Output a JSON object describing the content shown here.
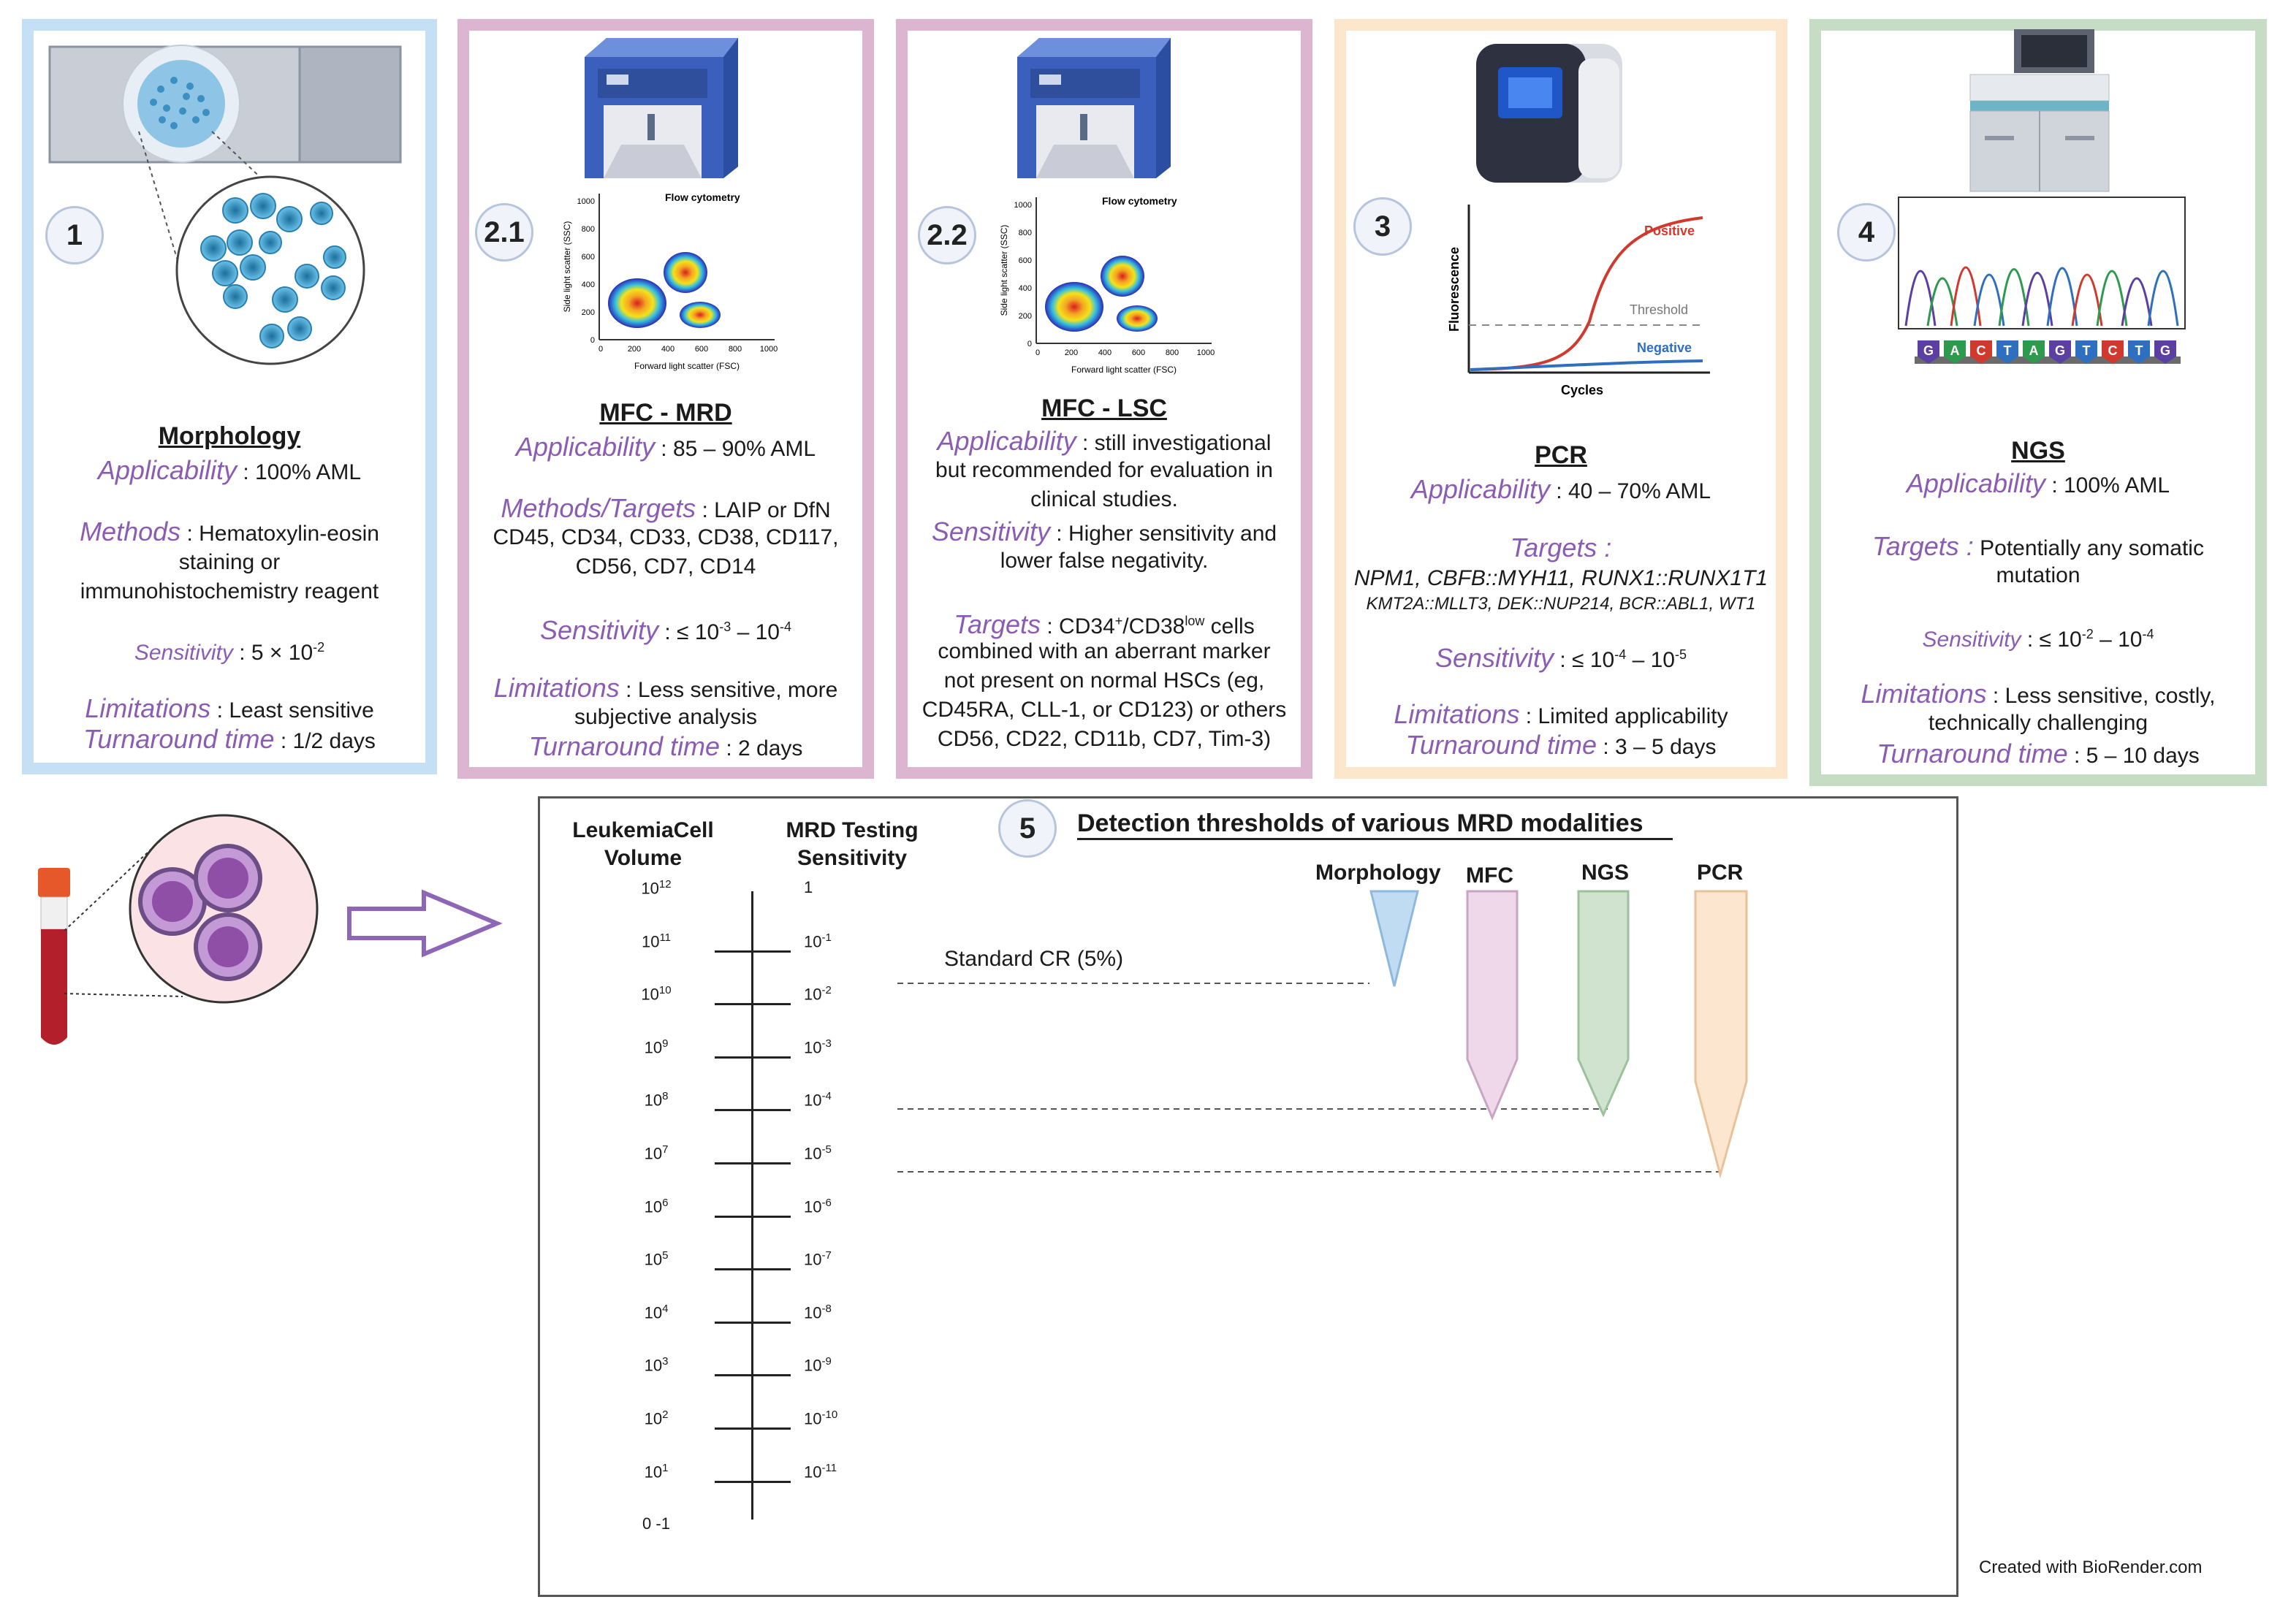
{
  "panels": {
    "morphology": {
      "number": "1",
      "title": "Morphology",
      "applicability_label": "Applicability",
      "applicability_value": " : 100% AML",
      "methods_label": "Methods",
      "methods_value_l1": " :   Hematoxylin-eosin",
      "methods_value_l2": "staining or",
      "methods_value_l3": "immunohistochemistry reagent",
      "sensitivity_label": "Sensitivity",
      "sensitivity_value": " : 5 × 10",
      "sensitivity_exp": "-2",
      "limitations_label": "Limitations",
      "limitations_value": " : Least sensitive",
      "turnaround_label": "Turnaround time",
      "turnaround_value": " : 1/2 days"
    },
    "mfc_mrd": {
      "number": "2.1",
      "title": "MFC - MRD",
      "applicability_label": "Applicability",
      "applicability_value": " : 85 – 90% AML",
      "methods_label": "Methods/Targets",
      "methods_value_l1": " :   LAIP or  DfN",
      "methods_value_l2": "CD45, CD34, CD33, CD38,  CD117,",
      "methods_value_l3": "CD56, CD7, CD14",
      "sensitivity_label": "Sensitivity",
      "sensitivity_value": " : ≤ 10",
      "sensitivity_exp1": "-3",
      "sensitivity_mid": " – 10",
      "sensitivity_exp2": "-4",
      "limitations_label": "Limitations",
      "limitations_value_l1": " : Less sensitive, more",
      "limitations_value_l2": "subjective analysis",
      "turnaround_label": "Turnaround time",
      "turnaround_value": " : 2 days",
      "plot_title": "Flow cytometry",
      "plot_xlabel": "Forward light scatter (FSC)",
      "plot_ylabel": "Side light scatter (SSC)",
      "plot_xticks": [
        "0",
        "200",
        "400",
        "600",
        "800",
        "1000"
      ],
      "plot_yticks": [
        "0",
        "200",
        "400",
        "600",
        "800",
        "1000"
      ]
    },
    "mfc_lsc": {
      "number": "2.2",
      "title": "MFC - LSC",
      "applicability_label": "Applicability",
      "applicability_value_l1": " : still investigational",
      "applicability_value_l2": "but recommended for evaluation in",
      "applicability_value_l3": "clinical studies.",
      "sensitivity_label": "Sensitivity",
      "sensitivity_value_l1": " : Higher sensitivity and",
      "sensitivity_value_l2": "lower false negativity.",
      "targets_label": "Targets",
      "targets_value_a": " :   CD34",
      "targets_sup1": "+",
      "targets_value_b": "/CD38",
      "targets_sup2": "low",
      "targets_value_c": " cells",
      "targets_l2": "combined with an aberrant marker",
      "targets_l3": "not present on normal HSCs (eg,",
      "targets_l4": "CD45RA, CLL-1, or CD123) or others",
      "targets_l5": "CD56, CD22, CD11b, CD7, Tim-3)",
      "plot_title": "Flow cytometry",
      "plot_xlabel": "Forward light scatter (FSC)",
      "plot_ylabel": "Side light scatter (SSC)",
      "plot_xticks": [
        "0",
        "200",
        "400",
        "600",
        "800",
        "1000"
      ],
      "plot_yticks": [
        "0",
        "200",
        "400",
        "600",
        "800",
        "1000"
      ]
    },
    "pcr": {
      "number": "3",
      "title": "PCR",
      "applicability_label": "Applicability",
      "applicability_value": " : 40 – 70% AML",
      "targets_label": "Targets :",
      "targets_l1": "NPM1,  CBFB::MYH11,  RUNX1::RUNX1T1",
      "targets_l2": "KMT2A::MLLT3,  DEK::NUP214,  BCR::ABL1,  WT1",
      "sensitivity_label": "Sensitivity",
      "sensitivity_value": " : ≤ 10",
      "sensitivity_exp1": "-4",
      "sensitivity_mid": " – 10",
      "sensitivity_exp2": "-5",
      "limitations_label": "Limitations",
      "limitations_value": " : Limited applicability",
      "turnaround_label": "Turnaround time",
      "turnaround_value": " : 3 –  5 days",
      "graph_positive": "Positive",
      "graph_threshold": "Threshold",
      "graph_negative": "Negative",
      "graph_ylabel": "Fluorescence",
      "graph_xlabel": "Cycles"
    },
    "ngs": {
      "number": "4",
      "title": "NGS",
      "applicability_label": "Applicability",
      "applicability_value": " : 100% AML",
      "targets_label": "Targets :",
      "targets_value_l1": "  Potentially any somatic",
      "targets_value_l2": "mutation",
      "sensitivity_label": "Sensitivity",
      "sensitivity_value": " : ≤ 10",
      "sensitivity_exp1": "-2",
      "sensitivity_mid": " – 10",
      "sensitivity_exp2": "-4",
      "limitations_label": "Limitations",
      "limitations_value_l1": " : Less sensitive, costly,",
      "limitations_value_l2": "technically challenging",
      "turnaround_label": "Turnaround time",
      "turnaround_value": " : 5 –  10 days",
      "sequence": [
        "G",
        "A",
        "C",
        "T",
        "A",
        "G",
        "T",
        "C",
        "T",
        "G"
      ]
    }
  },
  "thresholds": {
    "number": "5",
    "title": "Detection thresholds of various MRD modalities",
    "col1_l1": "LeukemiaCell",
    "col1_l2": "Volume",
    "col2_l1": "MRD Testing",
    "col2_l2": "Sensitivity",
    "volume_levels": [
      {
        "base": "10",
        "exp": "12"
      },
      {
        "base": "10",
        "exp": "11"
      },
      {
        "base": "10",
        "exp": "10"
      },
      {
        "base": "10",
        "exp": "9"
      },
      {
        "base": "10",
        "exp": "8"
      },
      {
        "base": "10",
        "exp": "7"
      },
      {
        "base": "10",
        "exp": "6"
      },
      {
        "base": "10",
        "exp": "5"
      },
      {
        "base": "10",
        "exp": "4"
      },
      {
        "base": "10",
        "exp": "3"
      },
      {
        "base": "10",
        "exp": "2"
      },
      {
        "base": "10",
        "exp": "1"
      },
      {
        "base": "0 -1",
        "exp": ""
      }
    ],
    "sensitivity_levels": [
      {
        "base": "1",
        "exp": ""
      },
      {
        "base": "10",
        "exp": "-1"
      },
      {
        "base": "10",
        "exp": "-2"
      },
      {
        "base": "10",
        "exp": "-3"
      },
      {
        "base": "10",
        "exp": "-4"
      },
      {
        "base": "10",
        "exp": "-5"
      },
      {
        "base": "10",
        "exp": "-6"
      },
      {
        "base": "10",
        "exp": "-7"
      },
      {
        "base": "10",
        "exp": "-8"
      },
      {
        "base": "10",
        "exp": "-9"
      },
      {
        "base": "10",
        "exp": "-10"
      },
      {
        "base": "10",
        "exp": "-11"
      }
    ],
    "standard_cr": "Standard CR (5%)",
    "modalities": [
      {
        "name": "Morphology",
        "color": "#bfdcf3",
        "edge": "#8fb8dd"
      },
      {
        "name": "MFC",
        "color": "#eed8ea",
        "edge": "#c8a6c3"
      },
      {
        "name": "NGS",
        "color": "#cfe3cf",
        "edge": "#9dc19d"
      },
      {
        "name": "PCR",
        "color": "#fde6cf",
        "edge": "#e8c39a"
      }
    ],
    "credit": "Created with BioRender.com"
  },
  "colors": {
    "label_purple": "#8b5cb3",
    "morphology_border": "#c5dff4",
    "mfc_border": "#dcb6d0",
    "pcr_border": "#fce6cc",
    "ngs_border": "#c6dcc4"
  }
}
